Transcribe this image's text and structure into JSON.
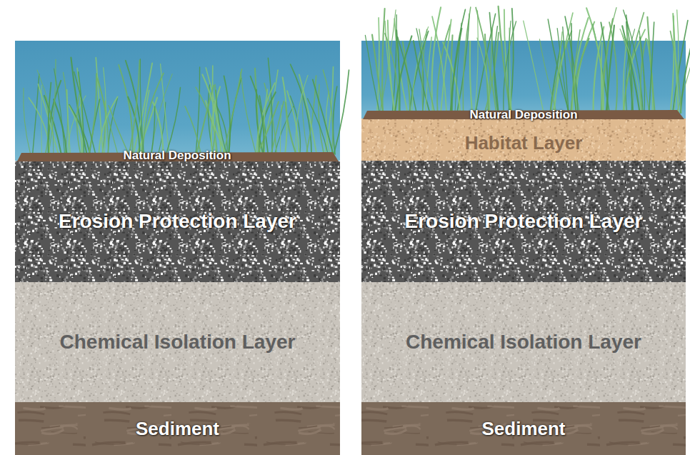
{
  "diagram": {
    "nodes": [
      {
        "text": [
          "Natural Deposition"
        ]
      },
      {
        "text": [
          "Erosion Protection Layer"
        ]
      },
      {
        "text": [
          "Chemical Isolation Layer"
        ]
      },
      {
        "text": [
          "Sediment"
        ]
      },
      {
        "text": [
          "Natural Deposition"
        ]
      },
      {
        "text": [
          "Habitat Layer"
        ]
      },
      {
        "text": [
          "Erosion Protection Layer"
        ]
      },
      {
        "text": [
          "Chemical Isolation Layer"
        ]
      },
      {
        "text": [
          "Sediment"
        ]
      }
    ]
  }
}
